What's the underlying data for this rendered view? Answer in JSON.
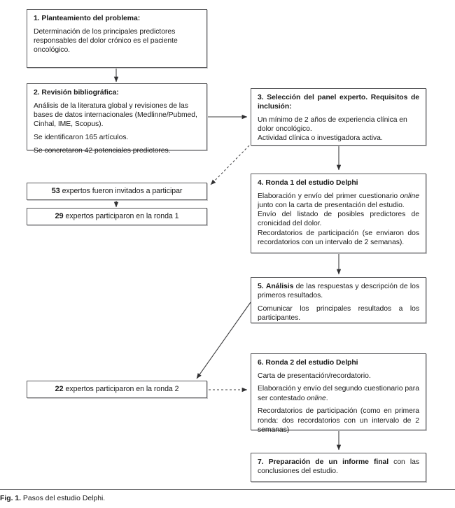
{
  "figure": {
    "caption_label": "Fig. 1.",
    "caption_text": "Pasos del estudio Delphi."
  },
  "diagram": {
    "type": "flowchart",
    "title": "Pasos del estudio Delphi",
    "nodes": [
      {
        "id": "step1",
        "number": "1.",
        "heading": "Planteamiento del problema:",
        "body": "Determinación de los principales predictores responsables del dolor crónico es el paciente oncológico."
      },
      {
        "id": "step2",
        "number": "2.",
        "heading": "Revisión bibliográfica:",
        "body1": "Análisis de la literatura global y revisiones de las bases de datos internacionales (Medlinne/Pubmed, Cinhal, IME, Scopus).",
        "body2": "Se identificaron 165 artículos.",
        "body3": "Se concretaron 42 potenciales predictores."
      },
      {
        "id": "step3",
        "number": "3.",
        "heading": "Selección del panel experto. Requisitos de inclusión:",
        "body1": "Un mínimo de 2 años de experiencia clínica en dolor oncológico.",
        "body2": "Actividad clínica o investigadora activa."
      },
      {
        "id": "step4",
        "number": "4.",
        "heading": "Ronda 1 del estudio Delphi",
        "body1_a": "Elaboración y envío del primer cuestionario ",
        "body1_i": "online",
        "body1_b": " junto con la carta de presentación del estudio.",
        "body2": "Envío del listado de posibles predictores de cronicidad del dolor.",
        "body3": "Recordatorios de participación (se enviaron dos recordatorios con un intervalo de 2 semanas)."
      },
      {
        "id": "step5",
        "number": "5.",
        "heading": "Análisis",
        "body1": " de las respuestas y descripción de los primeros resultados.",
        "body2": "Comunicar los principales resultados a los participantes."
      },
      {
        "id": "step6",
        "number": "6.",
        "heading": "Ronda 2 del estudio Delphi",
        "body1": "Carta de presentación/recordatorio.",
        "body2_a": "Elaboración y envío del segundo cuestionario para ser contestado ",
        "body2_i": "online",
        "body2_b": ".",
        "body3": "Recordatorios de participación (como en primera ronda: dos recordatorios con un intervalo de 2 semanas)"
      },
      {
        "id": "step7",
        "number": "7.",
        "heading": "Preparación de un informe final",
        "body": " con las conclusiones del estudio."
      }
    ],
    "counts": [
      {
        "id": "invited",
        "value": "53",
        "label": " expertos fueron invitados a participar"
      },
      {
        "id": "round1",
        "value": "29",
        "label": " expertos participaron en la ronda 1"
      },
      {
        "id": "round2",
        "value": "22",
        "label": " expertos participaron en la ronda 2"
      }
    ],
    "connectors": [
      {
        "from": "step1",
        "to": "step2",
        "style": "solid",
        "direction": "down"
      },
      {
        "from": "step2",
        "to": "step3",
        "style": "solid",
        "direction": "right"
      },
      {
        "from": "step3",
        "to": "invited",
        "style": "dotted",
        "direction": "diagonal-down-left"
      },
      {
        "from": "step3",
        "to": "step4",
        "style": "solid",
        "direction": "down"
      },
      {
        "from": "invited",
        "to": "round1",
        "style": "solid",
        "direction": "down"
      },
      {
        "from": "step4",
        "to": "step5",
        "style": "solid",
        "direction": "down"
      },
      {
        "from": "step5",
        "to": "round2",
        "style": "solid",
        "direction": "diagonal-down-left"
      },
      {
        "from": "round2",
        "to": "step6",
        "style": "dotted",
        "direction": "right"
      },
      {
        "from": "step6",
        "to": "step7",
        "style": "solid",
        "direction": "down"
      }
    ],
    "colors": {
      "border": "#58585a",
      "shadow": "#c9c9cb",
      "line": "#404042",
      "text": "#1a1a1a",
      "background": "#ffffff"
    }
  }
}
